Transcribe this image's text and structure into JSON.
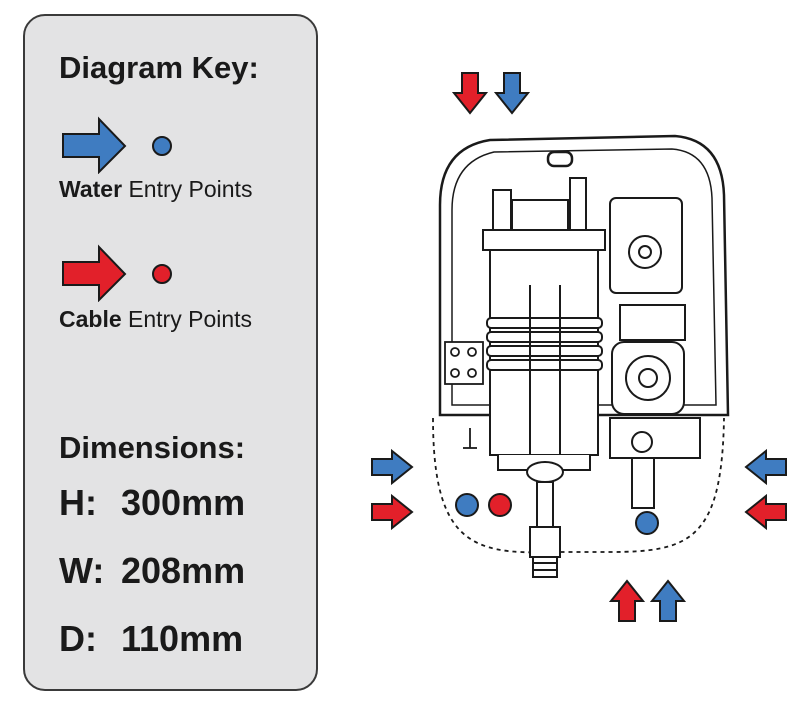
{
  "key": {
    "title": "Diagram Key:",
    "water": {
      "bold": "Water",
      "rest": " Entry Points",
      "color": "#3f7cc1"
    },
    "cable": {
      "bold": "Cable",
      "rest": " Entry Points",
      "color": "#e2202a"
    }
  },
  "dimensions": {
    "title": "Dimensions:",
    "rows": [
      {
        "label": "H:",
        "value": "300mm"
      },
      {
        "label": "W:",
        "value": "208mm"
      },
      {
        "label": "D:",
        "value": "110mm"
      }
    ]
  },
  "colors": {
    "water": "#3f7cc1",
    "cable": "#e2202a",
    "outline": "#1a1a1a",
    "panel": "#e3e3e4"
  }
}
